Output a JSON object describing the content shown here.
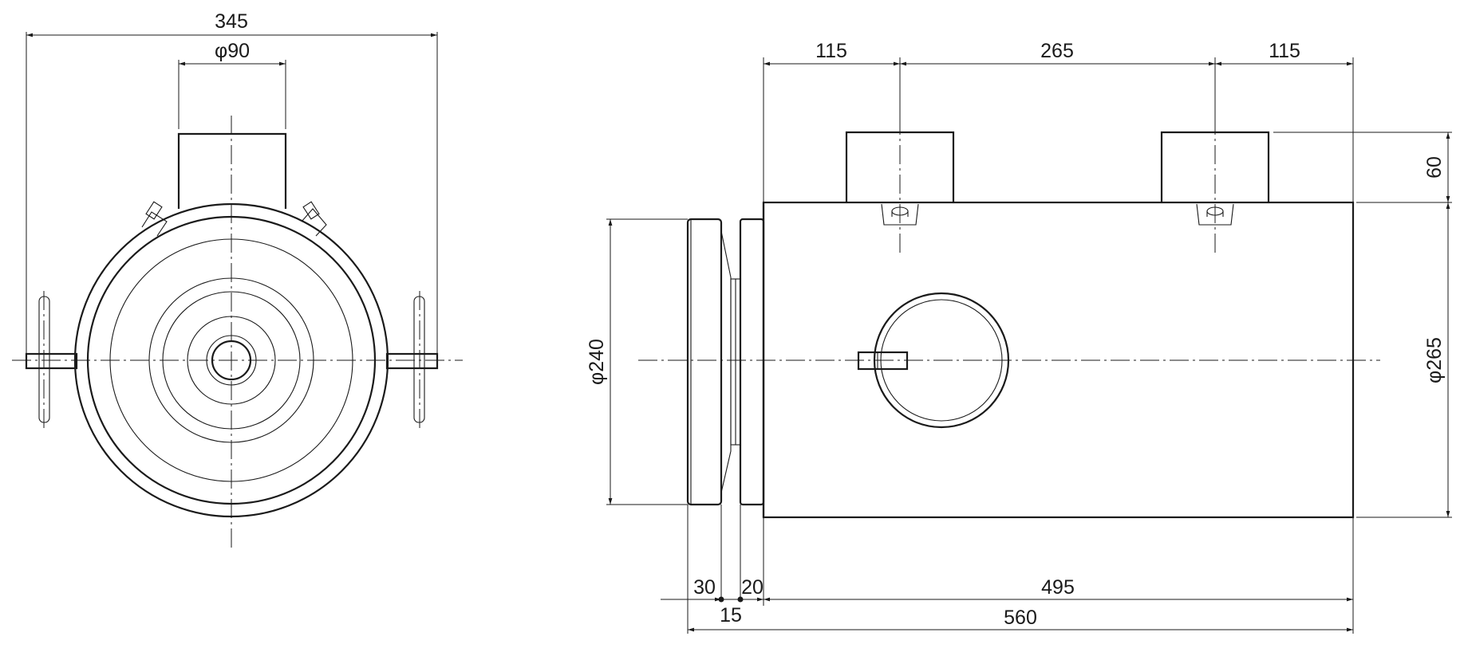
{
  "front_view": {
    "overall_width": "345",
    "port_diameter": "φ90"
  },
  "side_view": {
    "port_spacing_left": "115",
    "port_spacing_middle": "265",
    "port_spacing_right": "115",
    "port_height": "60",
    "body_diameter": "φ265",
    "flange_diameter": "φ240",
    "flange_thickness": "30",
    "gap_width": "15",
    "ring_thickness": "20",
    "body_length": "495",
    "overall_length": "560"
  }
}
